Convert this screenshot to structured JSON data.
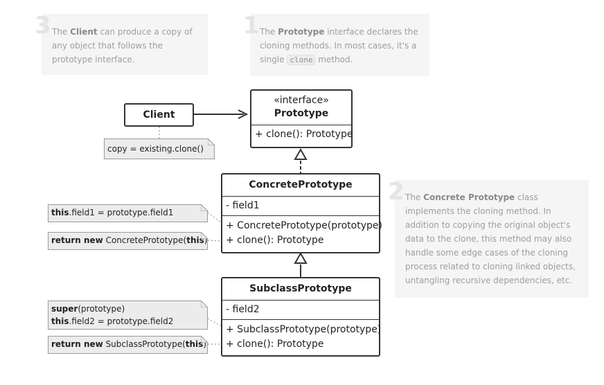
{
  "callouts": {
    "c3": {
      "num": "3",
      "pre": "The ",
      "bold": "Client",
      "post": " can produce a copy of any object that follows the prototype interface."
    },
    "c1": {
      "num": "1",
      "pre": "The ",
      "bold": "Prototype",
      "post": " interface declares the cloning methods. In most cases, it's a single ",
      "code": "clone",
      "tail": " method."
    },
    "c2": {
      "num": "2",
      "pre": "The ",
      "bold": "Concrete Prototype",
      "post": " class implements the cloning method. In addition to copying the original object's data to the clone, this method may also handle some edge cases of the cloning process related to cloning linked objects, untangling recursive dependencies, etc."
    }
  },
  "client": {
    "name": "Client",
    "note": "copy = existing.clone()"
  },
  "prototype": {
    "stereotype": "«interface»",
    "name": "Prototype",
    "methods": [
      "+ clone(): Prototype"
    ]
  },
  "concrete": {
    "name": "ConcretePrototype",
    "fields": [
      "- field1"
    ],
    "methods": [
      "+ ConcretePrototype(prototype)",
      "+ clone(): Prototype"
    ],
    "note1": {
      "kw": "this",
      "rest": ".field1 = prototype.field1"
    },
    "note2": {
      "kw": "return new",
      "mid": " ConcretePrototype(",
      "kw2": "this",
      "end": ")"
    }
  },
  "subclass": {
    "name": "SubclassPrototype",
    "fields": [
      "- field2"
    ],
    "methods": [
      "+ SubclassPrototype(prototype)",
      "+ clone(): Prototype"
    ],
    "note1": {
      "kw": "super",
      "rest": "(prototype)",
      "kw_b": "this",
      "rest_b": ".field2 = prototype.field2"
    },
    "note2": {
      "kw": "return new",
      "mid": " SubclassPrototype(",
      "kw2": "this",
      "end": ")"
    }
  }
}
